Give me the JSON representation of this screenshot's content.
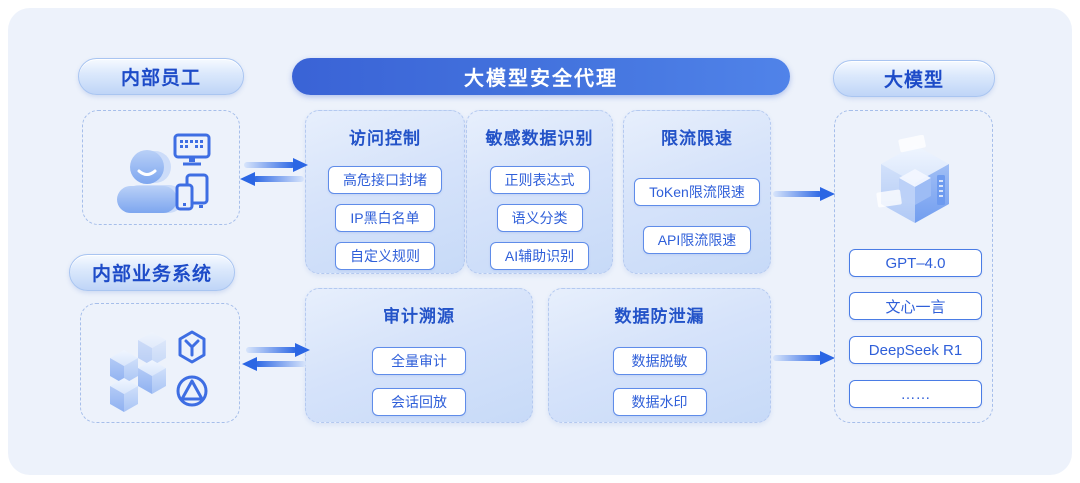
{
  "sources": [
    {
      "label": "内部员工"
    },
    {
      "label": "内部业务系统"
    }
  ],
  "proxy": {
    "title": "大模型安全代理",
    "cards": [
      {
        "title": "访问控制",
        "items": [
          "高危接口封堵",
          "IP黑白名单",
          "自定义规则"
        ]
      },
      {
        "title": "敏感数据识别",
        "items": [
          "正则表达式",
          "语义分类",
          "AI辅助识别"
        ]
      },
      {
        "title": "限流限速",
        "items": [
          "ToKen限流限速",
          "API限流限速"
        ]
      },
      {
        "title": "审计溯源",
        "items": [
          "全量审计",
          "会话回放"
        ]
      },
      {
        "title": "数据防泄漏",
        "items": [
          "数据脱敏",
          "数据水印"
        ]
      }
    ]
  },
  "models": {
    "label": "大模型",
    "items": [
      "GPT–4.0",
      "文心一言",
      "DeepSeek R1",
      "……"
    ]
  },
  "icons": {
    "employees": [
      "user-icon",
      "monitor-icon",
      "devices-icon"
    ],
    "business": [
      "cubes-stack-icon",
      "hexagon-node-icon",
      "circle-triangle-icon"
    ],
    "models": [
      "model-cube-icon"
    ]
  },
  "colors": {
    "panel_bg": "#edf2fb",
    "banner_gradient_start": "#3a63d6",
    "banner_gradient_end": "#5083e9",
    "accent_blue": "#2b66e4",
    "text_blue": "#2f5fd9",
    "pill_text": "#1d4bc8",
    "dashed_border": "#a6beea"
  }
}
